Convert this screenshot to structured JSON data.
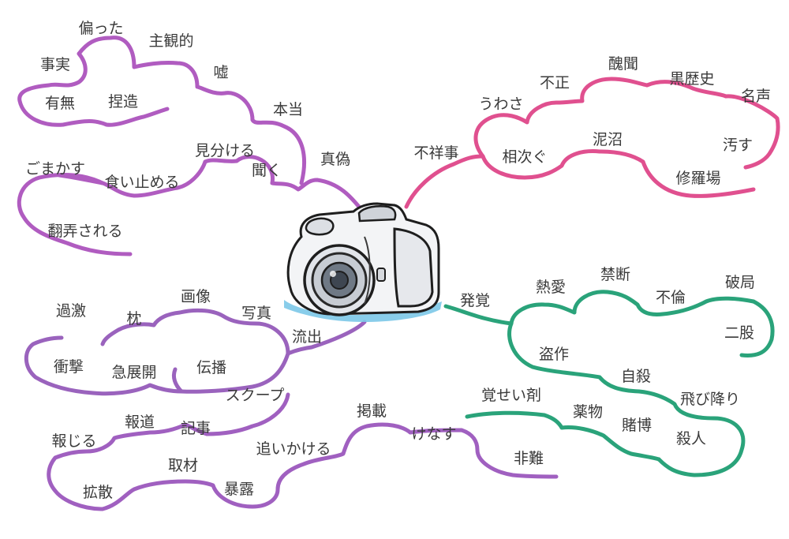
{
  "colors": {
    "truth": "#b05cc0",
    "scandal": "#e0508f",
    "affair": "#2aa37a",
    "leak": "#9a63bd",
    "report": "#a060c0",
    "camera_accent": "#7cc8e8"
  },
  "center": {
    "icon": "camera-icon"
  },
  "branches": [
    {
      "id": "truth",
      "color": "truth",
      "words": [
        "偏った",
        "主観的",
        "事実",
        "嘘",
        "有無",
        "捏造",
        "本当",
        "真偽",
        "見分ける",
        "聞く",
        "ごまかす",
        "食い止める",
        "翻弄される"
      ]
    },
    {
      "id": "scandal",
      "color": "scandal",
      "words": [
        "醜聞",
        "黒歴史",
        "不正",
        "名声",
        "うわさ",
        "不祥事",
        "汚す",
        "泥沼",
        "相次ぐ",
        "修羅場"
      ]
    },
    {
      "id": "affair",
      "color": "affair",
      "words": [
        "禁断",
        "破局",
        "熱愛",
        "不倫",
        "発覚",
        "二股",
        "盗作",
        "自殺",
        "飛び降り",
        "覚せい剤",
        "薬物",
        "賭博",
        "殺人"
      ]
    },
    {
      "id": "leak",
      "color": "leak",
      "words": [
        "画像",
        "過激",
        "枕",
        "写真",
        "流出",
        "衝撃",
        "急展開",
        "伝播",
        "スクープ"
      ]
    },
    {
      "id": "report",
      "color": "report",
      "words": [
        "報道",
        "記事",
        "報じる",
        "取材",
        "拡散",
        "暴露",
        "追いかける",
        "掲載",
        "けなす",
        "非難"
      ]
    }
  ]
}
